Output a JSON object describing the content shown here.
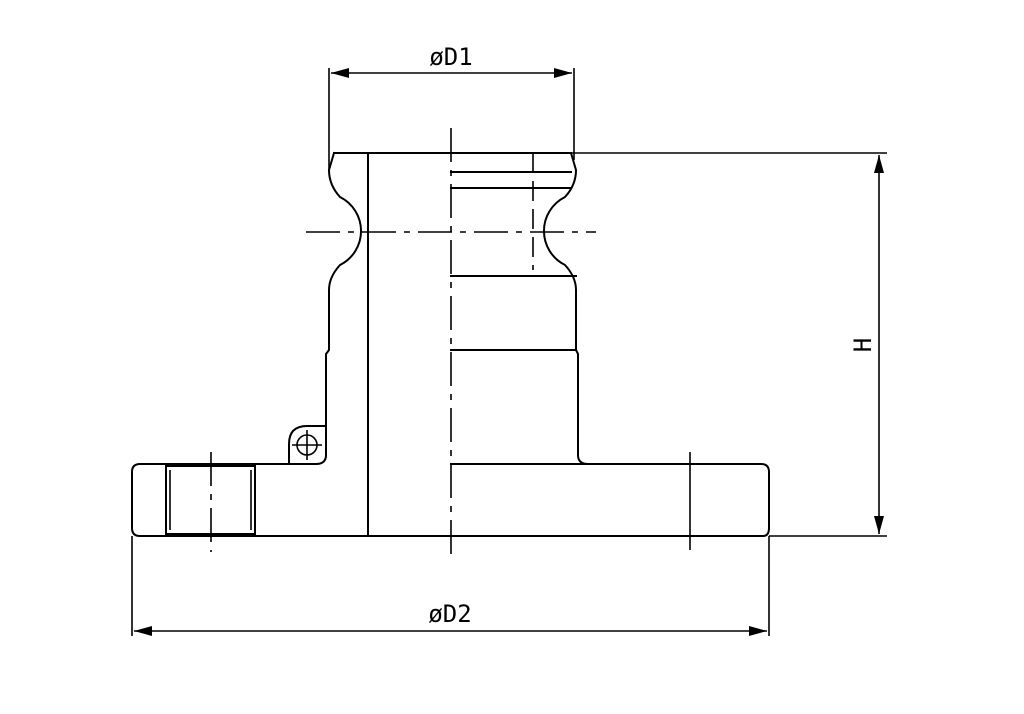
{
  "labels": {
    "d1": "øD1",
    "d2": "øD2",
    "h": "H"
  },
  "colors": {
    "line": "#000000",
    "background": "#ffffff"
  },
  "icons": {
    "vent": "crosshair-circle"
  }
}
